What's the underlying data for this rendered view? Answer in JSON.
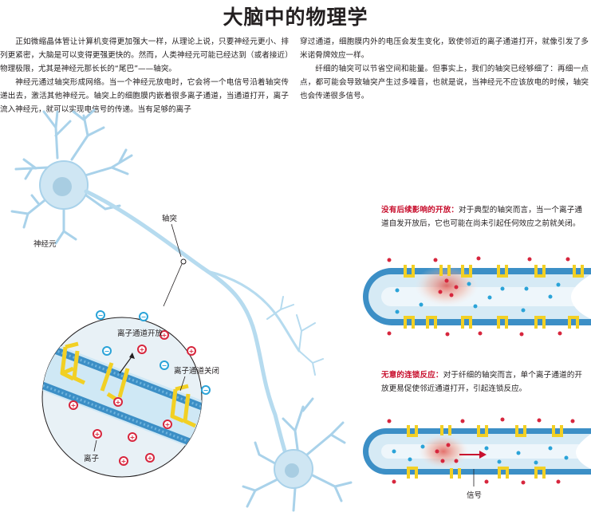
{
  "title": "大脑中的物理学",
  "article": {
    "col1": [
      "正如微缩晶体管让计算机变得更加强大一样，从理论上说，只要神经元更小、排列更紧密，大脑是可以变得更强更快的。然而，人类神经元可能已经达到（或者接近）物理极限，尤其是神经元那长长的“尾巴”——轴突。",
      "神经元通过轴突形成网络。当一个神经元放电时，它会将一个电信号沿着轴突传递出去，激活其他神经元。轴突上的细胞膜内嵌着很多离子通道，当通道打开，离子流入神经元，就可以实现电信号的传递。当有足够的离子"
    ],
    "col2": [
      "穿过通道，细胞膜内外的电压会发生变化，致使邻近的离子通道打开，就像引发了多米诺骨牌效应一样。",
      "纤细的轴突可以节省空间和能量。但事实上，我们的轴突已经够细了：再细一点点，都可能会导致轴突产生过多噪音，也就是说，当神经元不应该放电的时候，轴突也会传递很多信号。"
    ]
  },
  "labels": {
    "neuron": "神经元",
    "axon": "轴突",
    "channel_open": "离子通道开放",
    "channel_closed": "离子通道关闭",
    "ion": "离子",
    "signal": "信号",
    "minus": "−",
    "plus": "+"
  },
  "captions": {
    "top": {
      "highlight": "没有后续影响的开放：",
      "text": "对于典型的轴突而言，当一个离子通道自发开放后，它也可能在尚未引起任何效应之前就关闭。"
    },
    "bottom": {
      "highlight": "无意的连锁反应：",
      "text": "对于纤细的轴突而言，单个离子通道的开放更易促使邻近通道打开，引起连锁反应。"
    }
  },
  "colors": {
    "axon_blue": "#d6eaf5",
    "axon_edge": "#8ec3e0",
    "membrane": "#3c8fc6",
    "channel_yellow": "#f2d024",
    "ion_red": "#d7263d",
    "ion_blue": "#2aa3d8",
    "highlight": "#c8102e"
  }
}
